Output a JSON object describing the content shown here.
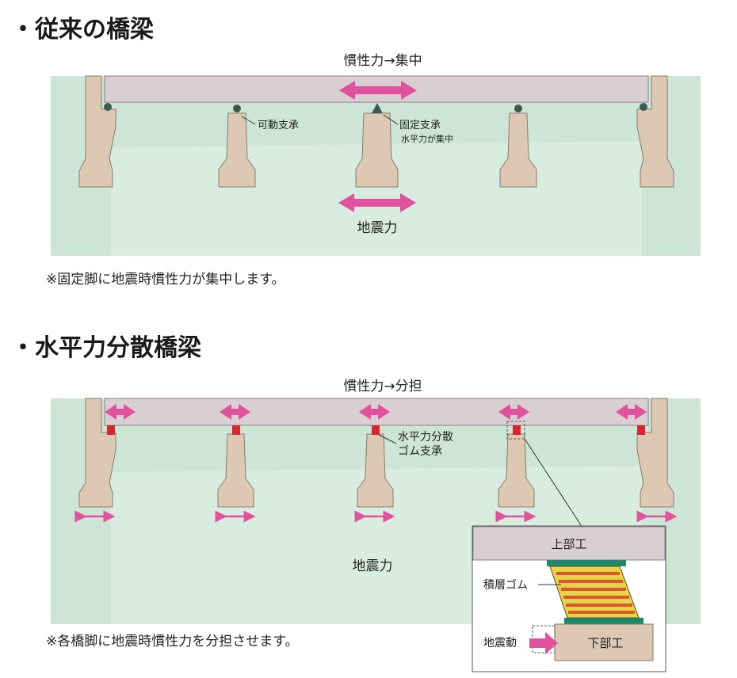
{
  "section1": {
    "heading": "・従来の橋梁",
    "inertia_label": "慣性力→集中",
    "movable_bearing_label": "可動支承",
    "fixed_bearing_label": "固定支承",
    "fixed_bearing_sub": "水平力が集中",
    "seismic_label": "地震力",
    "note": "※固定脚に地震時慣性力が集中します。"
  },
  "section2": {
    "heading": "・水平力分散橋梁",
    "inertia_label": "慣性力→分担",
    "rubber_bearing_label_line1": "水平力分散",
    "rubber_bearing_label_line2": "ゴム支承",
    "seismic_label": "地震力",
    "note": "※各橋脚に地震時慣性力を分担させます。",
    "detail": {
      "upper_label": "上部工",
      "laminated_rubber_label": "積層ゴム",
      "ground_motion_label": "地震動",
      "lower_label": "下部工"
    }
  },
  "colors": {
    "ground": "#cde5d6",
    "ground_light": "#d9ece0",
    "girder": "#d9cfd3",
    "pier": "#ddc9b3",
    "arrow": "#e0529c",
    "rubber_pad": "#d9262e",
    "laminated_rubber": "#e8d44a",
    "laminated_stripe": "#d9582a",
    "plate": "#1e8a6c"
  }
}
